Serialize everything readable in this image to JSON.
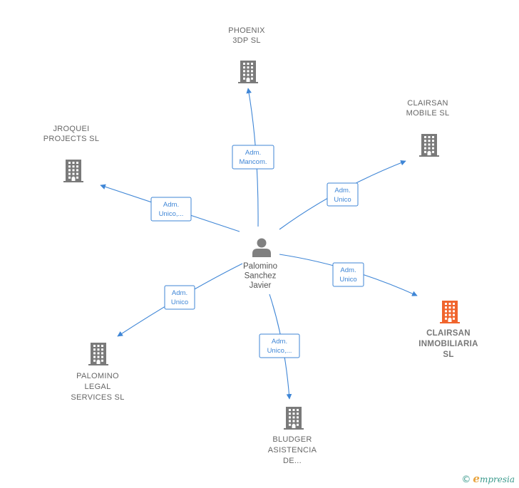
{
  "center": {
    "name_lines": [
      "Palomino",
      "Sanchez",
      "Javier"
    ],
    "icon": "person-icon"
  },
  "companies": [
    {
      "id": "phoenix",
      "lines": [
        "PHOENIX",
        "3DP  SL"
      ],
      "icon": "building-icon",
      "color": "#7a7a7a",
      "highlight": false
    },
    {
      "id": "clairsan-mobile",
      "lines": [
        "CLAIRSAN",
        "MOBILE  SL"
      ],
      "icon": "building-icon",
      "color": "#7a7a7a",
      "highlight": false
    },
    {
      "id": "jroquei",
      "lines": [
        "JROQUEI",
        "PROJECTS  SL"
      ],
      "icon": "building-icon",
      "color": "#7a7a7a",
      "highlight": false
    },
    {
      "id": "clairsan-inmobiliaria",
      "lines": [
        "CLAIRSAN",
        "INMOBILIARIA",
        "SL"
      ],
      "icon": "building-icon",
      "color": "#f0642d",
      "highlight": true
    },
    {
      "id": "palomino-legal",
      "lines": [
        "PALOMINO",
        "LEGAL",
        "SERVICES  SL"
      ],
      "icon": "building-icon",
      "color": "#7a7a7a",
      "highlight": false
    },
    {
      "id": "bludger",
      "lines": [
        "BLUDGER",
        "ASISTENCIA",
        "DE..."
      ],
      "icon": "building-icon",
      "color": "#7a7a7a",
      "highlight": false
    }
  ],
  "edges": [
    {
      "to": "phoenix",
      "label_lines": [
        "Adm.",
        "Mancom."
      ]
    },
    {
      "to": "clairsan-mobile",
      "label_lines": [
        "Adm.",
        "Unico"
      ]
    },
    {
      "to": "jroquei",
      "label_lines": [
        "Adm.",
        "Unico,..."
      ]
    },
    {
      "to": "clairsan-inmobiliaria",
      "label_lines": [
        "Adm.",
        "Unico"
      ]
    },
    {
      "to": "palomino-legal",
      "label_lines": [
        "Adm.",
        "Unico"
      ]
    },
    {
      "to": "bludger",
      "label_lines": [
        "Adm.",
        "Unico,..."
      ]
    }
  ],
  "footer": {
    "copyright_symbol": "©",
    "brand_first": "e",
    "brand_rest": "mpresia"
  },
  "colors": {
    "edge": "#3f86d6",
    "building_default": "#7a7a7a",
    "building_highlight": "#f0642d",
    "person": "#808080"
  }
}
